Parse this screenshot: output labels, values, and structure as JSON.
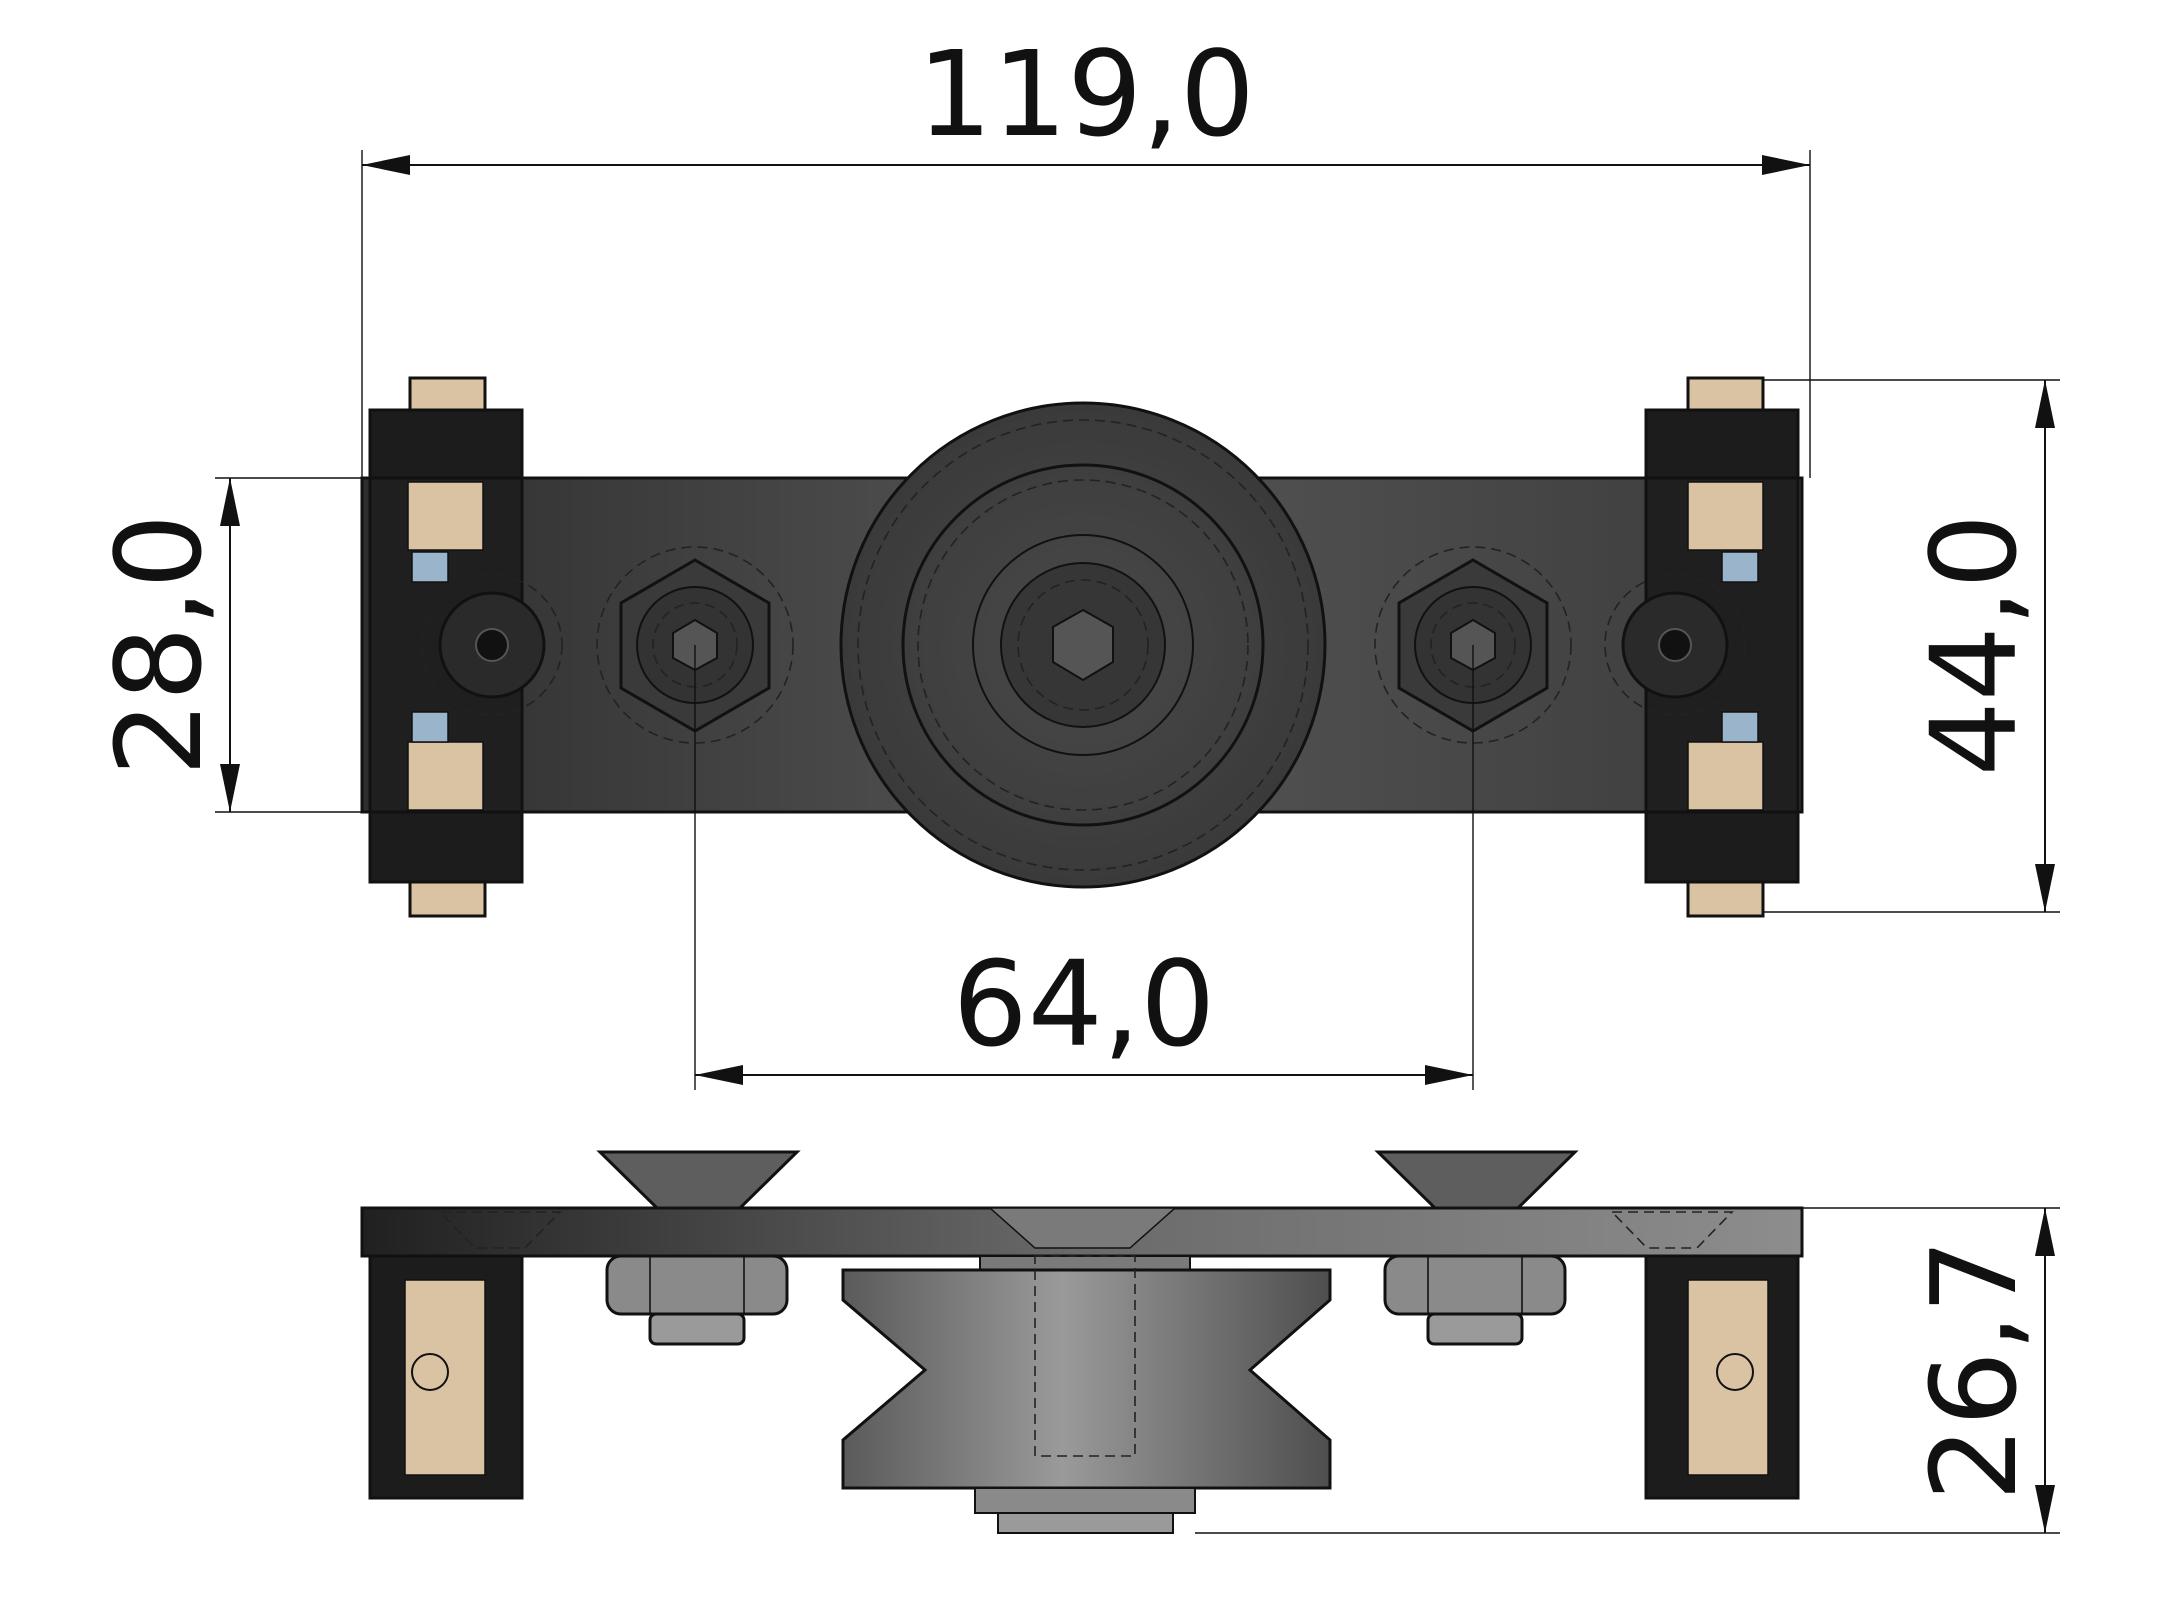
{
  "dimensions": {
    "overall_width": "119,0",
    "plate_width": "28,0",
    "overall_height": "44,0",
    "hole_spacing": "64,0",
    "assembly_height": "26,7"
  },
  "colors": {
    "plate": "#4a4a4a",
    "bracket": "#1c1c1c",
    "pad": "#d9c3a3",
    "steel": "#8a8a8a",
    "insert": "#9ab4cc"
  }
}
